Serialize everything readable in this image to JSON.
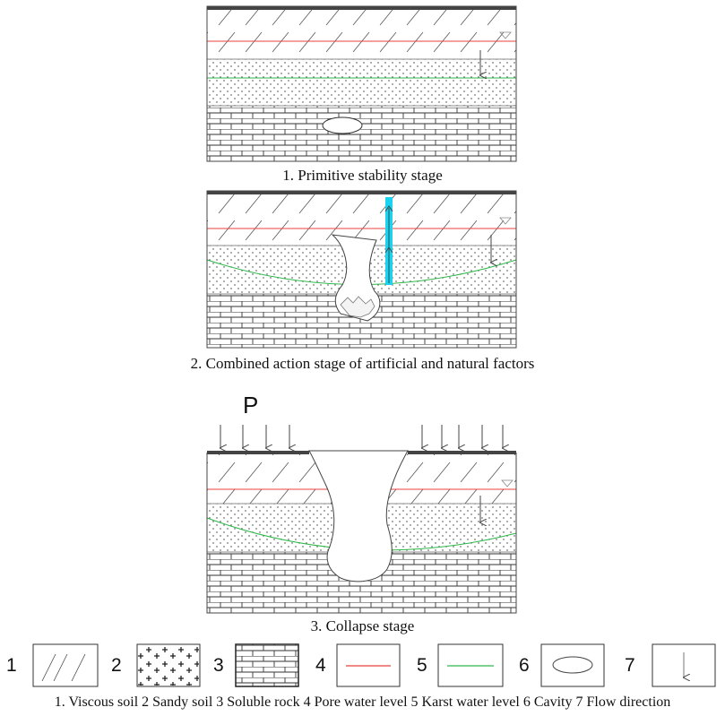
{
  "stages": [
    {
      "caption": "1. Primitive stability stage"
    },
    {
      "caption": "2. Combined action stage of artificial and natural factors"
    },
    {
      "caption": "3. Collapse stage"
    }
  ],
  "load_label": "P",
  "legend": {
    "items": [
      {
        "number": "1",
        "pattern": "viscous-soil-hatch"
      },
      {
        "number": "2",
        "pattern": "sandy-soil-crosses"
      },
      {
        "number": "3",
        "pattern": "soluble-rock-bricks"
      },
      {
        "number": "4",
        "pattern": "pore-water-line",
        "color": "#e8403f"
      },
      {
        "number": "5",
        "pattern": "karst-water-line",
        "color": "#2db84a"
      },
      {
        "number": "6",
        "pattern": "cavity-ellipse"
      },
      {
        "number": "7",
        "pattern": "flow-arrow"
      }
    ],
    "caption": "1. Viscous soil 2 Sandy soil 3 Soluble rock 4 Pore water level 5 Karst water level 6 Cavity 7 Flow direction"
  },
  "colors": {
    "pore_water": "#e8403f",
    "karst_water": "#2db84a",
    "pumping_well": "#19d3f0",
    "outline": "#444444"
  }
}
